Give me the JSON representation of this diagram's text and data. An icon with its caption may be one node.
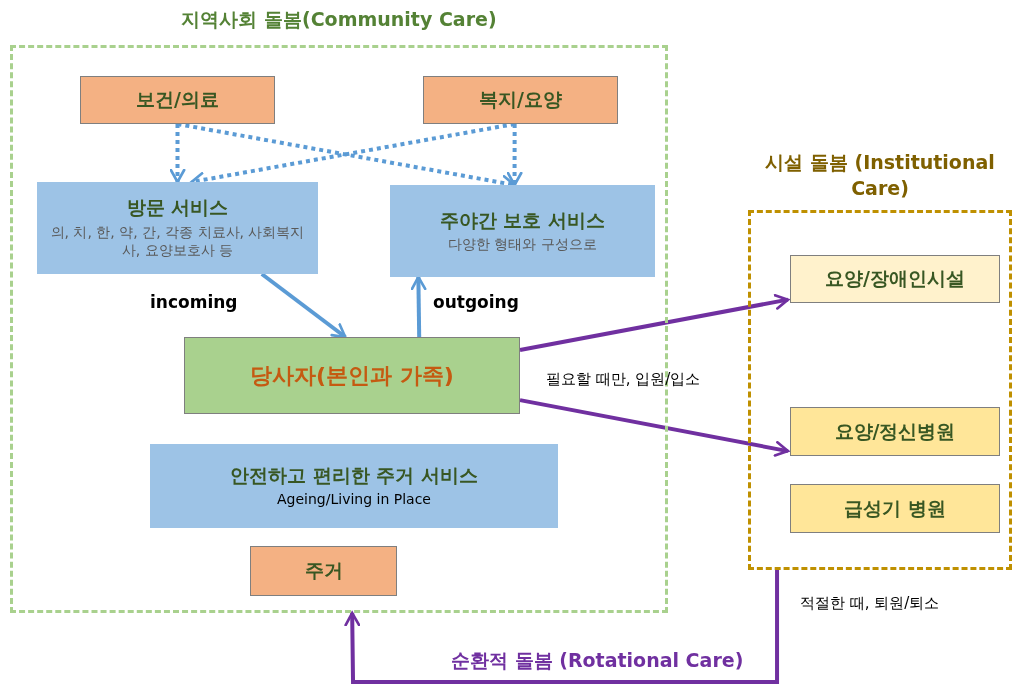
{
  "diagram": {
    "nodes": [
      {
        "text": [
          "지역사회 돌봄(Community Care)"
        ]
      },
      {
        "text": [
          "보건/의료"
        ],
        "in": 0
      },
      {
        "text": [
          "복지/요양"
        ],
        "in": 0
      },
      {
        "text": [
          "방문 서비스",
          "의, 치, 한, 약, 간, 각종 치료사, 사회복지사, 요양보호사 등"
        ],
        "in": 0
      },
      {
        "text": [
          "주야간 보호 서비스",
          "다양한 형태와 구성으로"
        ],
        "in": 0
      },
      {
        "text": [
          "당사자(본인과 가족)"
        ],
        "in": 0
      },
      {
        "text": [
          "안전하고 편리한 주거 서비스",
          "Ageing/Living in Place"
        ],
        "in": 0
      },
      {
        "text": [
          "주거"
        ],
        "in": 0
      },
      {
        "text": [
          "시설 돌봄 (Institutional Care)"
        ]
      },
      {
        "text": [
          "요양/장애인시설"
        ],
        "in": 8
      },
      {
        "text": [
          "요양/정신병원"
        ],
        "in": 8
      },
      {
        "text": [
          "급성기 병원"
        ],
        "in": 8
      }
    ],
    "edges": [
      {
        "from": 1,
        "to": 3,
        "arrow": "to",
        "style": "dashed"
      },
      {
        "from": 1,
        "to": 4,
        "arrow": "to",
        "style": "dashed"
      },
      {
        "from": 2,
        "to": 3,
        "arrow": "to",
        "style": "dashed"
      },
      {
        "from": 2,
        "to": 4,
        "arrow": "to",
        "style": "dashed"
      },
      {
        "from": 3,
        "to": 5,
        "arrow": "to",
        "label": "incoming"
      },
      {
        "from": 5,
        "to": 4,
        "arrow": "to",
        "label": "outgoing"
      },
      {
        "from": 5,
        "to": 9,
        "arrow": "to",
        "color": "#7030a0"
      },
      {
        "from": 5,
        "to": 10,
        "arrow": "to",
        "color": "#7030a0"
      },
      {
        "from": 8,
        "to": 0,
        "arrow": "to",
        "label": "순환적 돌봄 (Rotational Care)",
        "color": "#7030a0"
      }
    ],
    "labels": [
      "필요할 때만, 입원/입소",
      "적절한 때, 퇴원/퇴소"
    ]
  }
}
